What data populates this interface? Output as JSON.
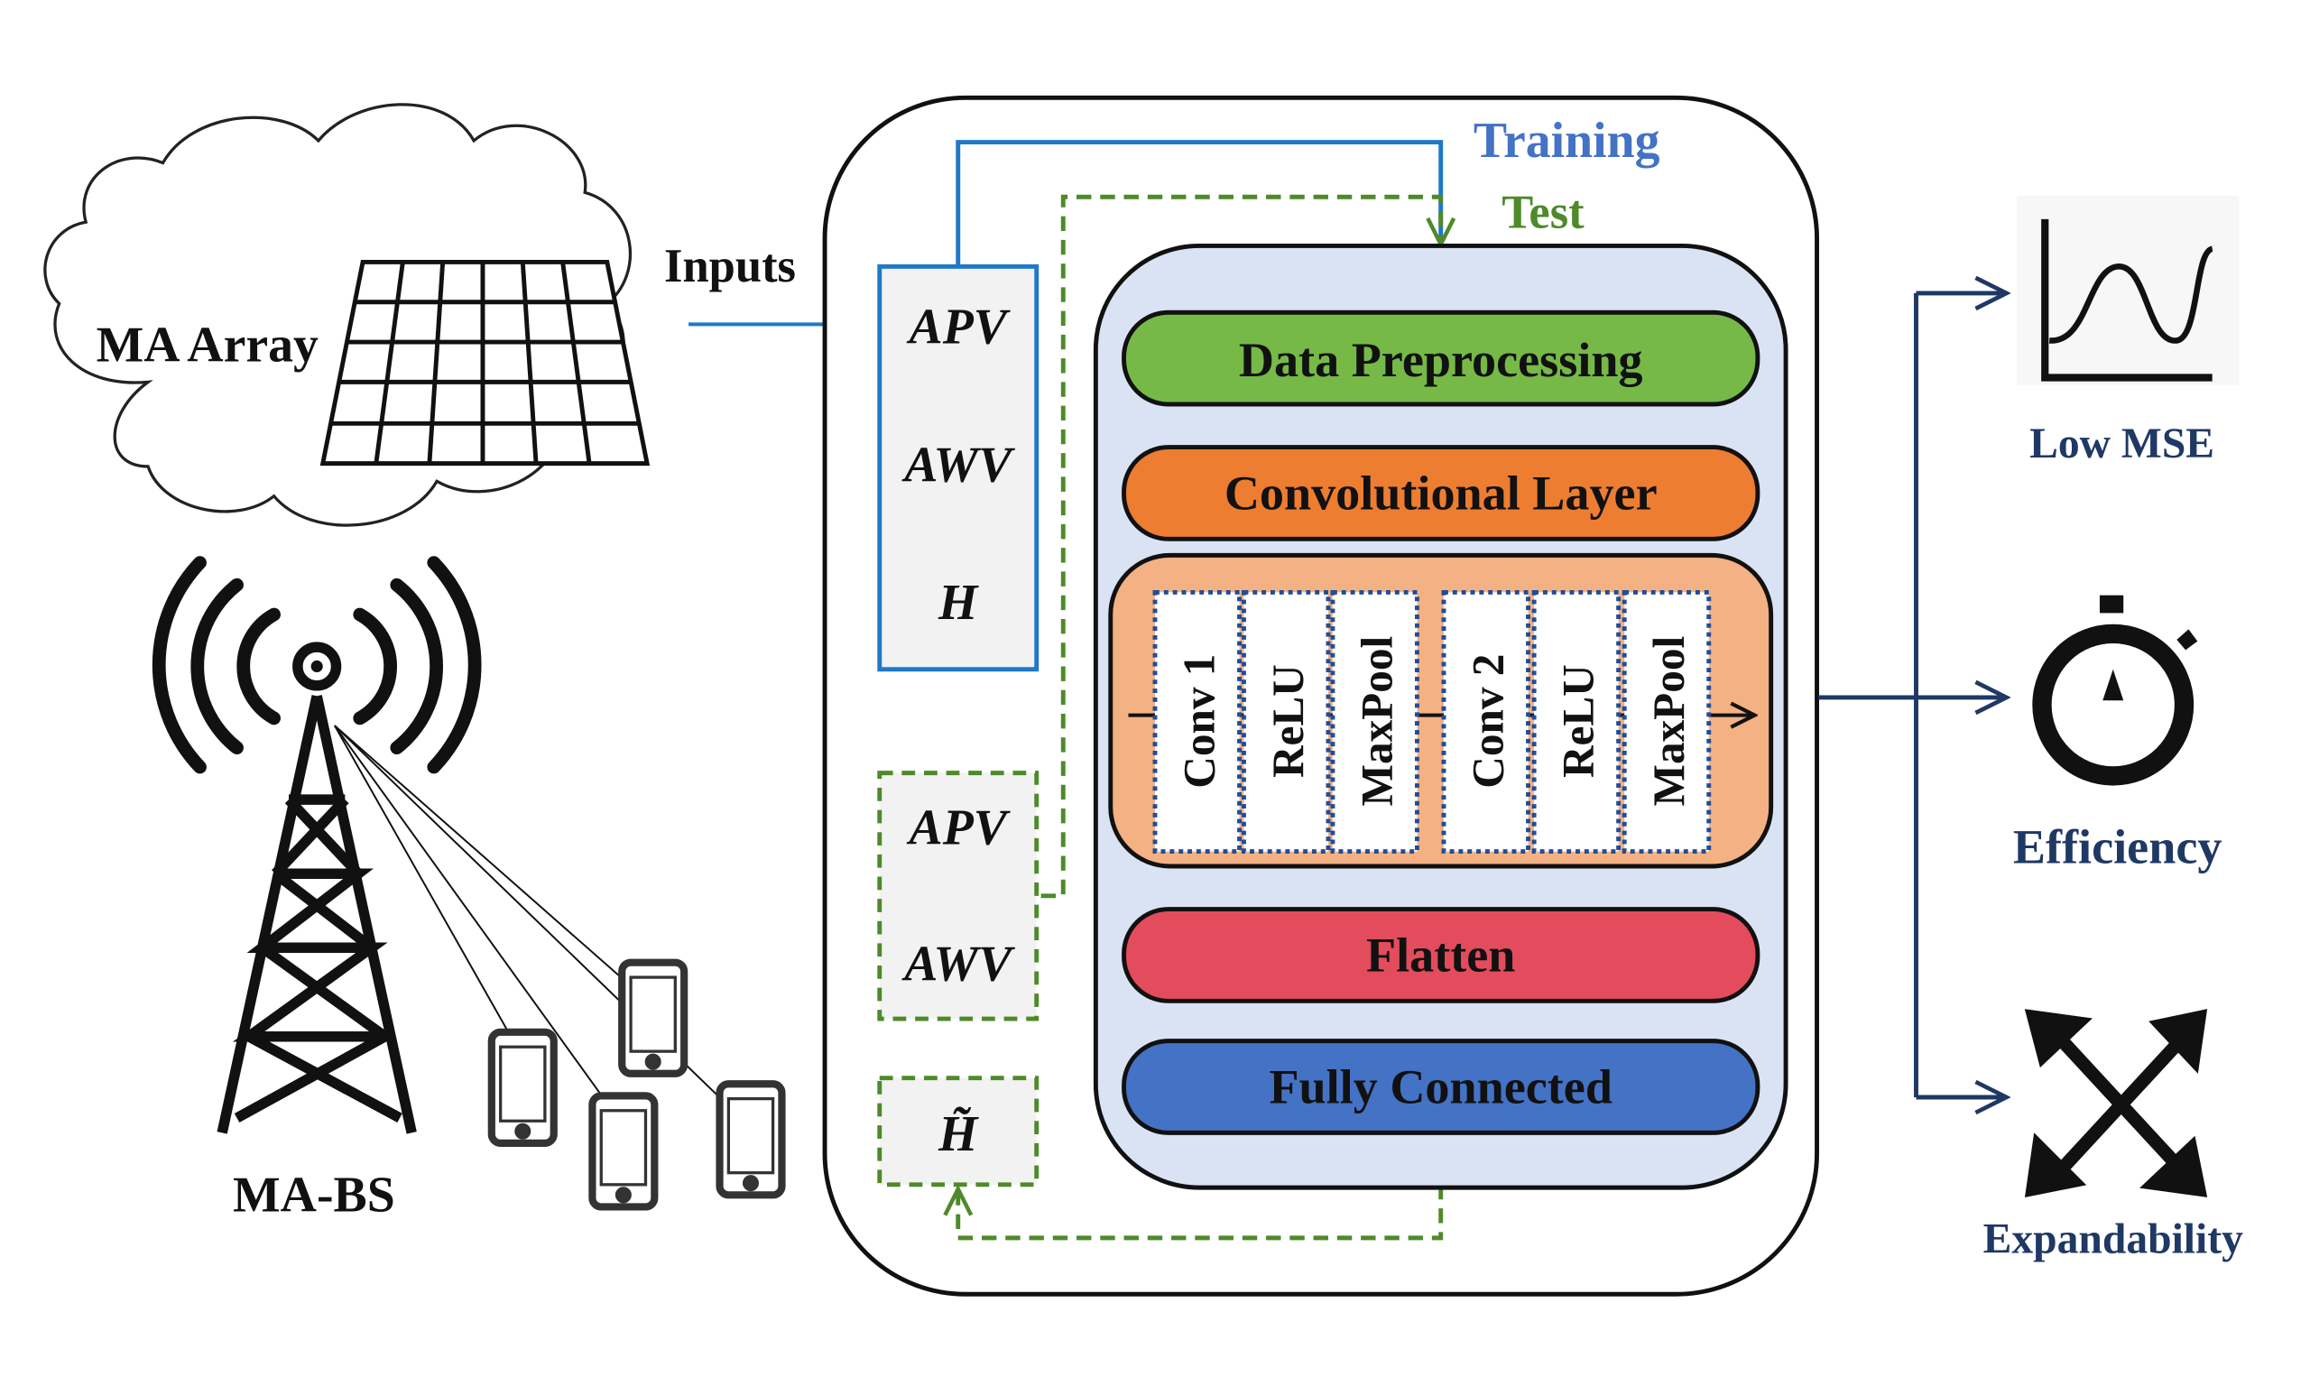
{
  "left": {
    "cloud_label": "MA Array",
    "bs_label": "MA-BS",
    "inputs_label": "Inputs"
  },
  "inputs": {
    "training_box": [
      "APV",
      "AWV",
      "H"
    ],
    "test_box": [
      "APV",
      "AWV"
    ],
    "output_box": "H̃"
  },
  "flow": {
    "training_label": "Training",
    "test_label": "Test"
  },
  "layers": {
    "data_preprocessing": "Data Preprocessing",
    "convolutional_layer": "Convolutional Layer",
    "conv_blocks": [
      "Conv 1",
      "ReLU",
      "MaxPool",
      "Conv 2",
      "ReLU",
      "MaxPool"
    ],
    "flatten": "Flatten",
    "fully_connected": "Fully Connected"
  },
  "outcomes": [
    {
      "label": "Low MSE",
      "icon": "line-chart-icon"
    },
    {
      "label": "Efficiency",
      "icon": "stopwatch-icon"
    },
    {
      "label": "Expandability",
      "icon": "expand-arrows-icon"
    }
  ],
  "colors": {
    "training_blue": "#1f78c8",
    "test_green": "#4e8a2a",
    "cnn_bg": "#dae3f3",
    "data_pre": "#76b947",
    "conv_layer": "#ed7d31",
    "conv_block_bg": "#f4b183",
    "flatten": "#e34c5c",
    "fully_connected": "#4472c4",
    "outcome_navy": "#1f3864"
  }
}
